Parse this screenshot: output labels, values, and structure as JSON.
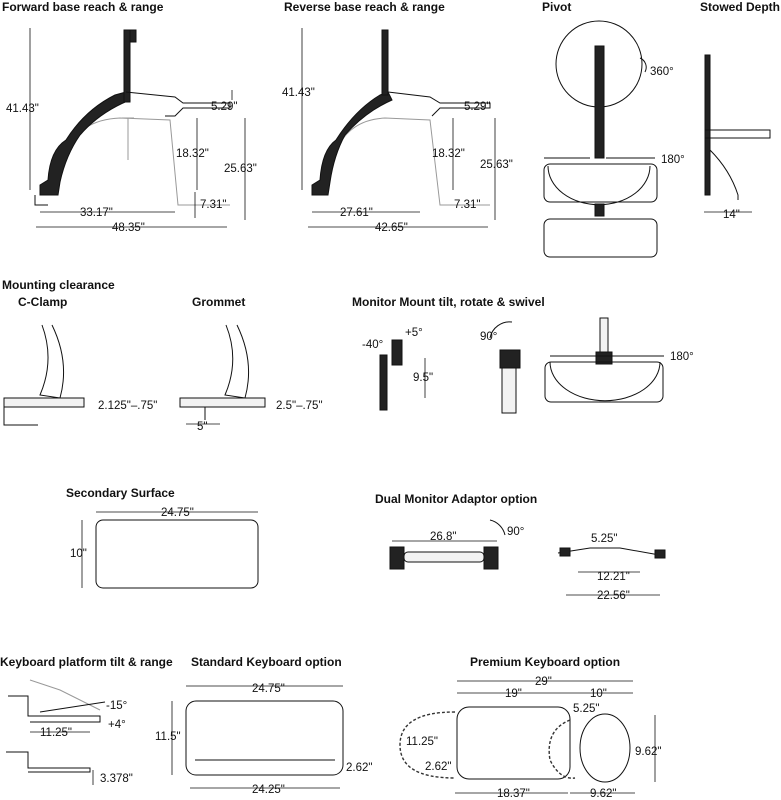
{
  "forward": {
    "title": "Forward base reach & range",
    "h_total": "41.43\"",
    "d1": "5.29\"",
    "d2": "18.32\"",
    "d3": "25.63\"",
    "d4": "7.31\"",
    "w1": "33.17\"",
    "w2": "48.35\""
  },
  "reverse": {
    "title": "Reverse base reach & range",
    "h_total": "41.43\"",
    "d1": "5.29\"",
    "d2": "18.32\"",
    "d3": "25.63\"",
    "d4": "7.31\"",
    "w1": "27.61\"",
    "w2": "42.65\""
  },
  "pivot": {
    "title": "Pivot",
    "rot": "360°",
    "swing": "180°"
  },
  "stowed": {
    "title": "Stowed Depth",
    "depth": "14\""
  },
  "mounting": {
    "title": "Mounting clearance",
    "cclamp": "C-Clamp",
    "grommet": "Grommet",
    "cclamp_range": "2.125\"–.75\"",
    "grommet_range": "2.5\"–.75\"",
    "grommet_w": "5\""
  },
  "mount_tilt": {
    "title": "Monitor Mount tilt, rotate & swivel",
    "tilt_down": "-40°",
    "tilt_up": "+5°",
    "height": "9.5\"",
    "rotate": "90°",
    "swivel": "180°"
  },
  "secondary": {
    "title": "Secondary Surface",
    "width": "24.75\"",
    "depth": "10\""
  },
  "dual": {
    "title": "Dual Monitor Adaptor option",
    "width": "26.8\"",
    "angle": "90°",
    "d1": "5.25\"",
    "d2": "12.21\"",
    "d3": "22.56\""
  },
  "kb_tilt": {
    "title": "Keyboard platform tilt & range",
    "t1": "-15°",
    "t2": "+4°",
    "reach": "11.25\"",
    "drop": "3.378\""
  },
  "std_kb": {
    "title": "Standard Keyboard option",
    "top_w": "24.75\"",
    "depth": "11.5\"",
    "side": "2.62\"",
    "bot_w": "24.25\""
  },
  "prem_kb": {
    "title": "Premium Keyboard option",
    "total": "29\"",
    "main": "19\"",
    "side": "10\"",
    "ext": "5.25\"",
    "left_d": "11.25\"",
    "left_s": "2.62\"",
    "right_d": "9.62\"",
    "bot1": "18.37\"",
    "bot2": "9.62\""
  },
  "colors": {
    "line": "#111111",
    "ghost": "#999999"
  }
}
